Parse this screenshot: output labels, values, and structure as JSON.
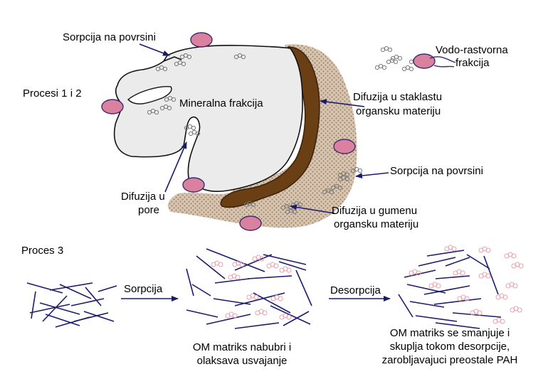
{
  "process12": {
    "title": "Procesi 1 i 2",
    "labels": {
      "surface_sorption_top": "Sorpcija na povrsini",
      "water_soluble_1": "Vodo-rastvorna",
      "water_soluble_2": "frakcija",
      "mineral_fraction": "Mineralna frakcija",
      "glassy_1": "Difuzija u staklastu",
      "glassy_2": "organsku materiju",
      "surface_sorption_right": "Sorpcija na povrsini",
      "pore_1": "Difuzija u",
      "pore_2": "pore",
      "rubbery_1": "Difuzija u gumenu",
      "rubbery_2": "organsku materiju"
    }
  },
  "process3": {
    "title": "Proces 3",
    "arrow1": "Sorpcija",
    "arrow2": "Desorpcija",
    "caption_mid_1": "OM matriks nabubri i",
    "caption_mid_2": "olaksava usvajanje",
    "caption_right_1": "OM matriks se smanjuje i",
    "caption_right_2": "skuplja tokom desorpcije,",
    "caption_right_3": "zarobljavajuci preostale PAH"
  },
  "colors": {
    "molecule_fill": "#d9819f",
    "molecule_stroke": "#3b2a6e",
    "organic_matter": "#6b3f14",
    "mineral": "#ececec",
    "arrow": "#1a1a6e",
    "fibers": "#1c1c6b",
    "pah_pink": "#e8a0ac"
  }
}
